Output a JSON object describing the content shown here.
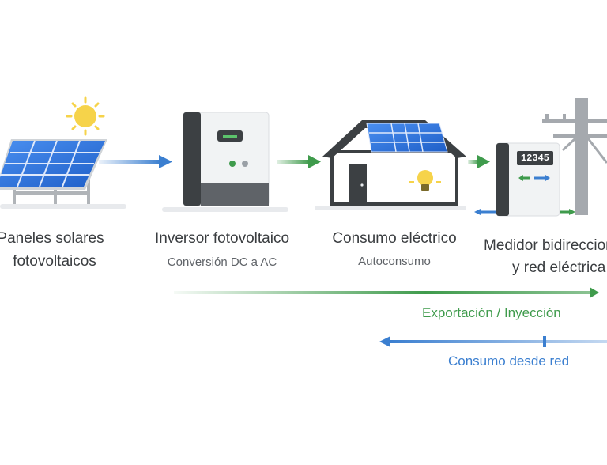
{
  "stages": [
    {
      "title_line1": "Paneles solares",
      "title_line2": "fotovoltaicos"
    },
    {
      "title_line1": "Inversor fotovoltaico",
      "subtitle": "Conversión DC a AC"
    },
    {
      "title_line1": "Consumo eléctrico",
      "subtitle": "Autoconsumo"
    },
    {
      "title_line1": "Medidor bidireccional",
      "title_line2": "y red eléctrica"
    }
  ],
  "meter": {
    "reading": "12345"
  },
  "flows": {
    "export_label": "Exportación / Inyección",
    "grid_label": "Consumo desde red"
  },
  "colors": {
    "green": "#3f9b4c",
    "blue": "#3b7fd0",
    "panel_blue": "#2f6fd6",
    "sun": "#f6d34a",
    "dark": "#3c4043"
  }
}
